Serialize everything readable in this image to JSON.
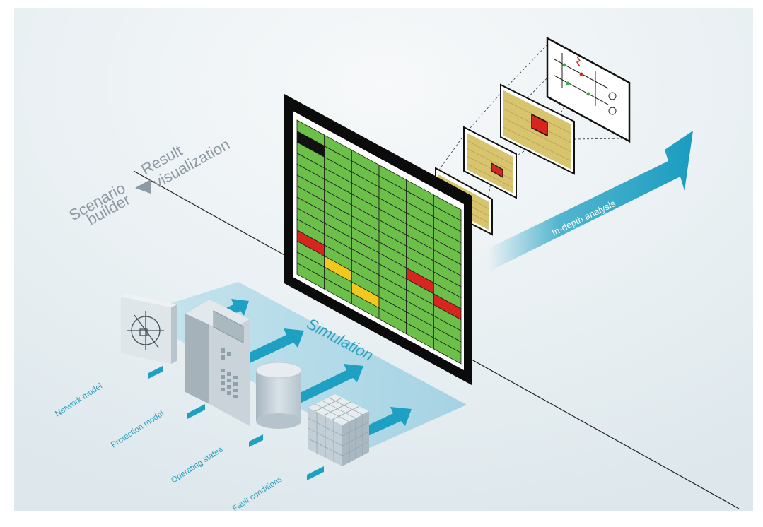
{
  "labels": {
    "scenario_line1": "Scenario",
    "scenario_line2": "builder",
    "result_line1": "Result",
    "result_line2": "visualization",
    "simulation": "Simulation",
    "in_depth": "In-depth analysis"
  },
  "inputs": [
    {
      "label": "Network model",
      "icon": "network-model-icon"
    },
    {
      "label": "Protection model",
      "icon": "protection-relay-icon"
    },
    {
      "label": "Operating states",
      "icon": "database-cylinder-icon"
    },
    {
      "label": "Fault conditions",
      "icon": "fault-cube-icon"
    }
  ],
  "result_grid": {
    "columns": 6,
    "rows": 14,
    "cell_colors": {
      "ok": "#6cc04a",
      "fault": "#d7261e",
      "warning": "#f2c81d",
      "blocked": "#111111"
    },
    "highlights": [
      {
        "row": 1,
        "col": 0,
        "status": "blocked"
      },
      {
        "row": 8,
        "col": 4,
        "status": "fault"
      },
      {
        "row": 9,
        "col": 5,
        "status": "fault"
      },
      {
        "row": 10,
        "col": 0,
        "status": "fault"
      },
      {
        "row": 11,
        "col": 1,
        "status": "warning"
      },
      {
        "row": 12,
        "col": 2,
        "status": "warning"
      }
    ]
  },
  "colors": {
    "accent_blue": "#2aa0be",
    "arrow_blue": "#1ea0c2",
    "simulation_band": "#a9d7e6",
    "background": "#eaf0f3",
    "monitor_frame": "#0b0b0b"
  }
}
